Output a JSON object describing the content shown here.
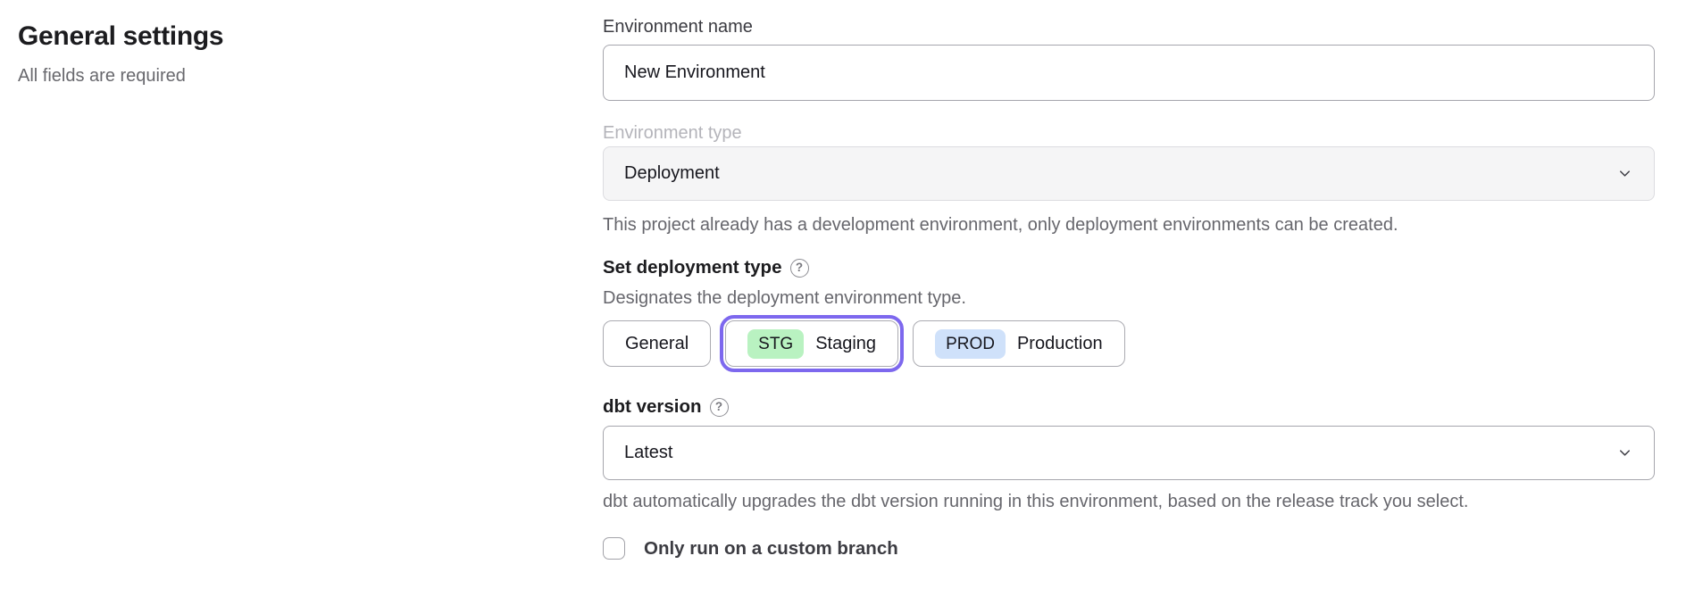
{
  "left_panel": {
    "title": "General settings",
    "subtitle": "All fields are required"
  },
  "form": {
    "environment_name": {
      "label": "Environment name",
      "value": "New Environment"
    },
    "environment_type": {
      "label": "Environment type",
      "value": "Deployment",
      "disabled": true,
      "helper": "This project already has a development environment, only deployment environments can be created."
    },
    "deployment_type": {
      "label": "Set deployment type",
      "helper": "Designates the deployment environment type.",
      "options": [
        {
          "label": "General",
          "badge": "",
          "selected": false
        },
        {
          "label": "Staging",
          "badge": "STG",
          "selected": true
        },
        {
          "label": "Production",
          "badge": "PROD",
          "selected": false
        }
      ]
    },
    "dbt_version": {
      "label": "dbt version",
      "value": "Latest",
      "helper": "dbt automatically upgrades the dbt version running in this environment, based on the release track you select."
    },
    "custom_branch": {
      "label": "Only run on a custom branch",
      "checked": false
    }
  },
  "icons": {
    "help_glyph": "?"
  },
  "colors": {
    "selected_ring": "#7d68ee",
    "staging_badge_bg": "#b9f2c1",
    "production_badge_bg": "#cfe1fa",
    "disabled_field_bg": "#f5f5f6",
    "helper_text": "#66666c"
  }
}
